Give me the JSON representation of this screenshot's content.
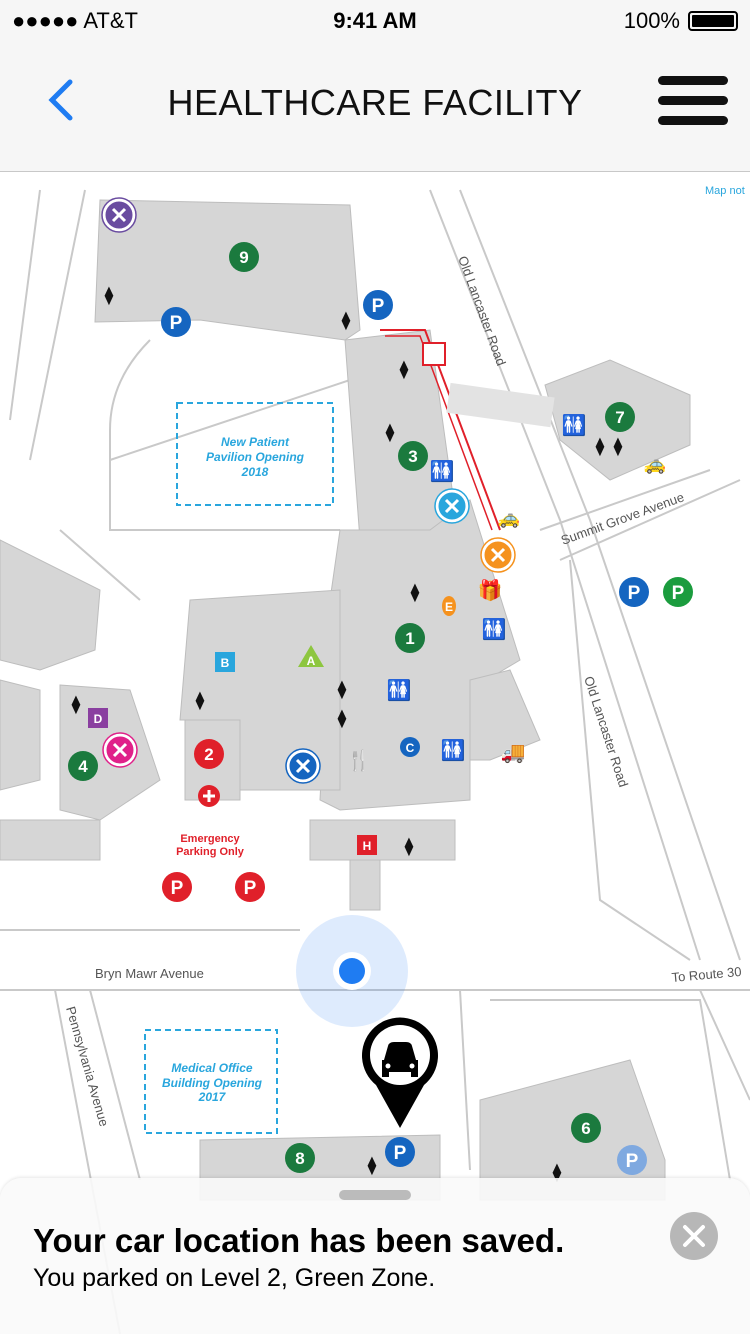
{
  "status": {
    "carrier": "●●●●● AT&T",
    "time": "9:41 AM",
    "battery": "100%"
  },
  "nav": {
    "title": "HEALTHCARE FACILITY"
  },
  "map": {
    "disclaimer": "Map not",
    "buildings": [
      "9",
      "3",
      "7",
      "1",
      "4",
      "2",
      "6",
      "8"
    ],
    "letters": {
      "a": "A",
      "b": "B",
      "c": "C",
      "d": "D",
      "e": "E",
      "h": "H"
    },
    "parking": "P",
    "pavilion": [
      "New Patient",
      "Pavilion Opening",
      "2018"
    ],
    "medical": [
      "Medical Office",
      "Building Opening",
      "2017"
    ],
    "emergency": [
      "Emergency",
      "Parking Only"
    ],
    "roads": {
      "old_lancaster": "Old Lancaster Road",
      "summit": "Summit Grove Avenue",
      "bryn": "Bryn Mawr Avenue",
      "route": "To Route 30",
      "penn": "Pennsylvania Avenue"
    },
    "colors": {
      "green": "#1b7a3e",
      "blue": "#1565c0",
      "red": "#e0202a",
      "bg": "#ffffff",
      "building": "#d6d6d6",
      "user_dot": "#1f7cf2"
    }
  },
  "sheet": {
    "title": "Your car location has been saved.",
    "subtitle": "You parked on Level 2, Green Zone."
  }
}
